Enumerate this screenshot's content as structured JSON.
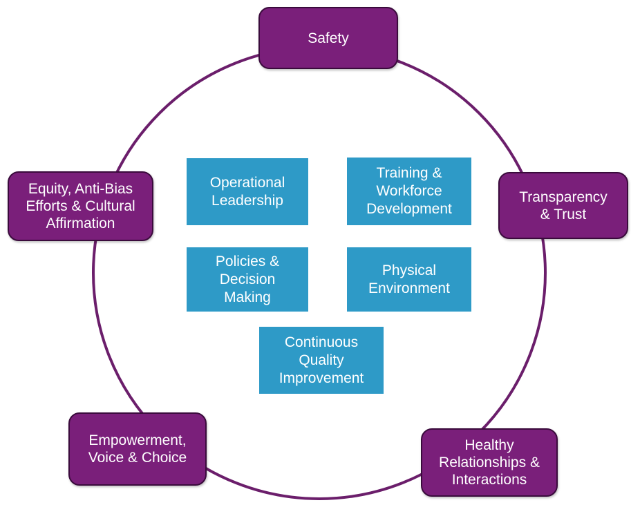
{
  "colors": {
    "outer_fill": "#7a1f7a",
    "outer_border": "#3a0b3c",
    "inner_fill": "#2e9ac7",
    "ring": "#6b1e6b",
    "text": "#ffffff"
  },
  "outer_nodes": [
    {
      "label": "Safety"
    },
    {
      "label": "Transparency\n& Trust"
    },
    {
      "label": "Healthy\nRelationships &\nInteractions"
    },
    {
      "label": "Empowerment,\nVoice & Choice"
    },
    {
      "label": "Equity, Anti-Bias\nEfforts & Cultural\nAffirmation"
    }
  ],
  "inner_nodes": [
    {
      "label": "Operational\nLeadership"
    },
    {
      "label": "Training &\nWorkforce\nDevelopment"
    },
    {
      "label": "Policies &\nDecision\nMaking"
    },
    {
      "label": "Physical\nEnvironment"
    },
    {
      "label": "Continuous\nQuality\nImprovement"
    }
  ]
}
